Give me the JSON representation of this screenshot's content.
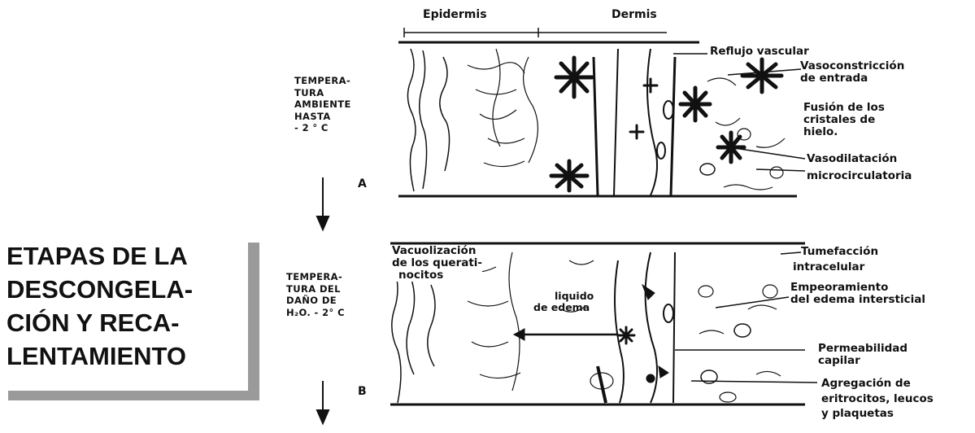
{
  "title": "ETAPAS DE LA DESCONGELA-CIÓN Y RECA-LENTAMIENTO",
  "title_lines": [
    "ETAPAS DE LA",
    "DESCONGELA-",
    "CIÓN Y RECA-",
    "LENTAMIENTO"
  ],
  "headers": {
    "epidermis": "Epidermis",
    "dermis": "Dermis"
  },
  "stage_a": {
    "temp_lines": [
      "TEMPERA-",
      "TURA",
      "AMBIENTE",
      "HASTA",
      "- 2 ° C"
    ],
    "letter": "A",
    "annotations": {
      "reflujo": "Reflujo vascular",
      "vasoconstriccion_1": "Vasoconstricción",
      "vasoconstriccion_2": "de entrada",
      "fusion_1": "Fusión de los",
      "fusion_2": "cristales de",
      "fusion_3": "hielo.",
      "vasodilatacion_1": "Vasodilatación",
      "vasodilatacion_2": "microcirculatoria"
    }
  },
  "stage_b": {
    "temp_lines": [
      "TEMPERA-",
      "TURA DEL",
      "DAÑO DE",
      "H₂O. - 2° C"
    ],
    "letter": "B",
    "annotations": {
      "vacuolizacion_1": "Vacuolización",
      "vacuolizacion_2": "de los querati-",
      "vacuolizacion_3": "nocitos",
      "liquido_1": "liquido",
      "liquido_2": "de edema",
      "tumefaccion_1": "Tumefacción",
      "tumefaccion_2": "intracelular",
      "empeoramiento_1": "Empeoramiento",
      "empeoramiento_2": "del edema intersticial",
      "permeabilidad_1": "Permeabilidad",
      "permeabilidad_2": "capilar",
      "agregacion_1": "Agregación de",
      "agregacion_2": "eritrocitos, leucos",
      "agregacion_3": "y plaquetas"
    }
  }
}
